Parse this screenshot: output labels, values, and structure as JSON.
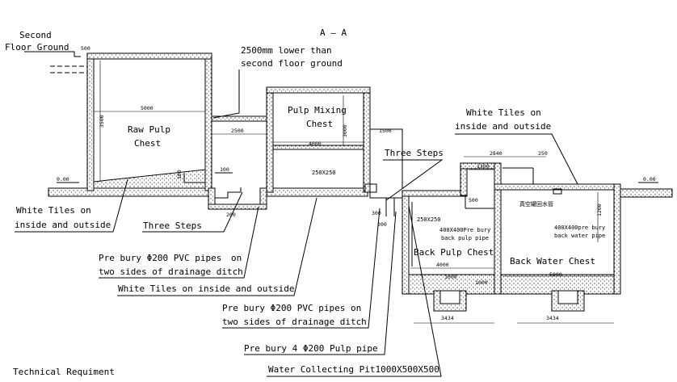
{
  "drawing": {
    "section_mark": "A — A",
    "footer_title": "Technical Requiment"
  },
  "labels": {
    "second_floor_ground": [
      "Second",
      "Floor Ground"
    ],
    "lower_than": [
      "2500mm lower than",
      "second floor ground"
    ],
    "raw_pulp_chest": [
      "Raw Pulp",
      "Chest"
    ],
    "pulp_mixing_chest": [
      "Pulp Mixing",
      "Chest"
    ],
    "white_tiles_top": [
      "White Tiles on",
      "inside and outside"
    ],
    "three_steps_right": "Three Steps",
    "three_steps_left": "Three Steps",
    "white_tiles_left": [
      "White Tiles on",
      "inside and outside"
    ],
    "pre_bury_1": [
      "Pre bury Φ200 PVC pipes",
      "on",
      "two sides of drainage ditch"
    ],
    "white_tiles_mid": "White Tiles on inside and outside",
    "pre_bury_2": [
      "Pre bury Φ200 PVC pipes on",
      "two sides of drainage ditch"
    ],
    "pre_bury_3": "Pre bury 4 Φ200 Pulp pipe",
    "water_pit": "Water Collecting Pit1000X500X500",
    "back_pulp_chest": "Back Pulp Chest",
    "back_water_chest": "Back Water Chest",
    "opening_1": "250X250",
    "opening_2": "250X250",
    "back_pulp_pipe": [
      "400X400Pre bury",
      "back pulp pipe"
    ],
    "back_water_pipe": [
      "400X400pre bury",
      "back water pipe"
    ],
    "cn_note": "真空罐回水管"
  },
  "dimensions": {
    "d500": "500",
    "d5000": "5000",
    "d3500": "3500",
    "d2500": "2500",
    "d4000": "4000",
    "d4000b": "4000",
    "d3000": "3000",
    "d1500": "1500",
    "d2840": "2840",
    "d1300": "1300",
    "d250": "250",
    "d200": "200",
    "d100a": "100",
    "d100b": "100",
    "d300": "300",
    "d000_left": "0.00",
    "d000_right": "0.00",
    "d4000c": "4000",
    "d5000b": "5000",
    "d1000a": "1000",
    "d1000b": "1000",
    "d1200": "1200",
    "d3434a": "3434",
    "d3434b": "3434",
    "d200b": "200",
    "d500b": "500"
  }
}
